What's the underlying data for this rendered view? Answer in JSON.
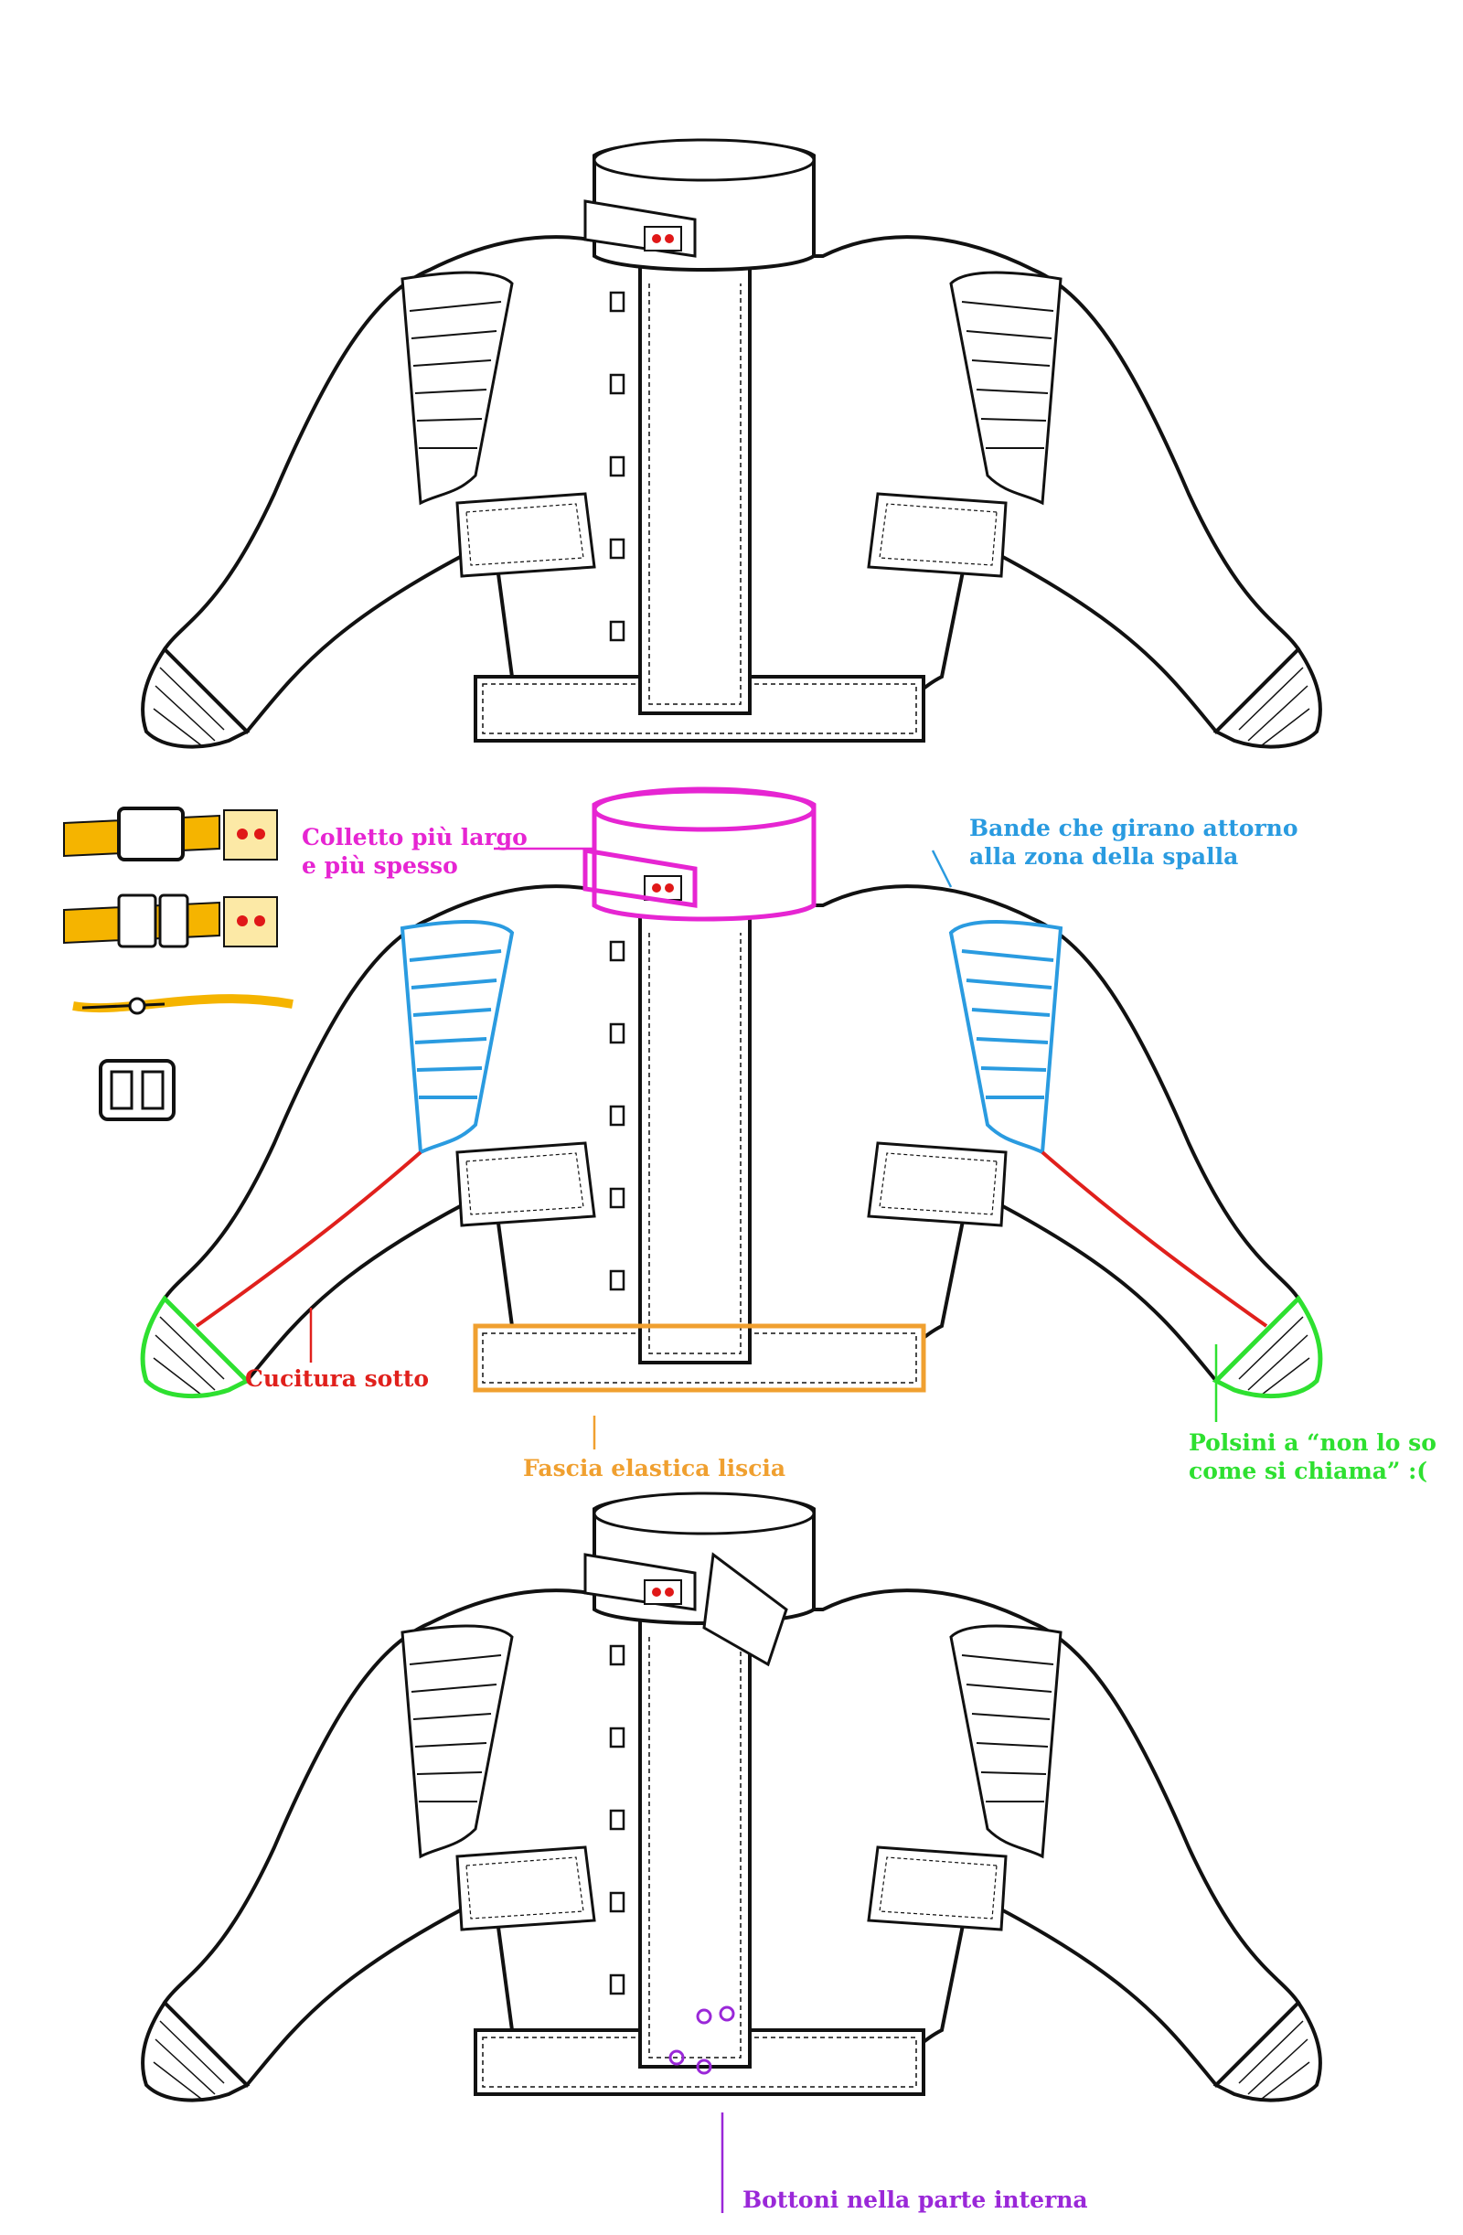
{
  "colors": {
    "ink": "#111111",
    "collar": "#e625d2",
    "shoulder": "#2a9be0",
    "seam": "#e0201c",
    "elastic": "#f0a030",
    "cuff": "#2ee030",
    "buttons": "#9a28d8",
    "buckle_fill": "#f5b400",
    "buckle_dot": "#e01818"
  },
  "annotations": {
    "collar": {
      "line1": "Colletto più largo",
      "line2": "e più spesso",
      "color": "#e625d2"
    },
    "shoulder": {
      "line1": "Bande che girano attorno",
      "line2": "alla zona della spalla",
      "color": "#2a9be0"
    },
    "seam": {
      "line1": "Cucitura sotto",
      "color": "#e0201c"
    },
    "elastic": {
      "line1": "Fascia elastica liscia",
      "color": "#f0a030"
    },
    "cuff": {
      "line1": "Polsini a “non lo so",
      "line2": "come si chiama” :(",
      "color": "#2ee030"
    },
    "buttons": {
      "line1": "Bottoni nella parte interna",
      "color": "#9a28d8"
    }
  },
  "illustrations": [
    {
      "name": "jacket-front-closed",
      "highlighted": false
    },
    {
      "name": "jacket-front-annotated",
      "highlighted": true
    },
    {
      "name": "jacket-front-open-collar",
      "highlighted": false
    }
  ],
  "detail_icons": [
    "buckle-closed-icon",
    "buckle-open-icon",
    "strap-side-icon",
    "buckle-outline-icon"
  ]
}
